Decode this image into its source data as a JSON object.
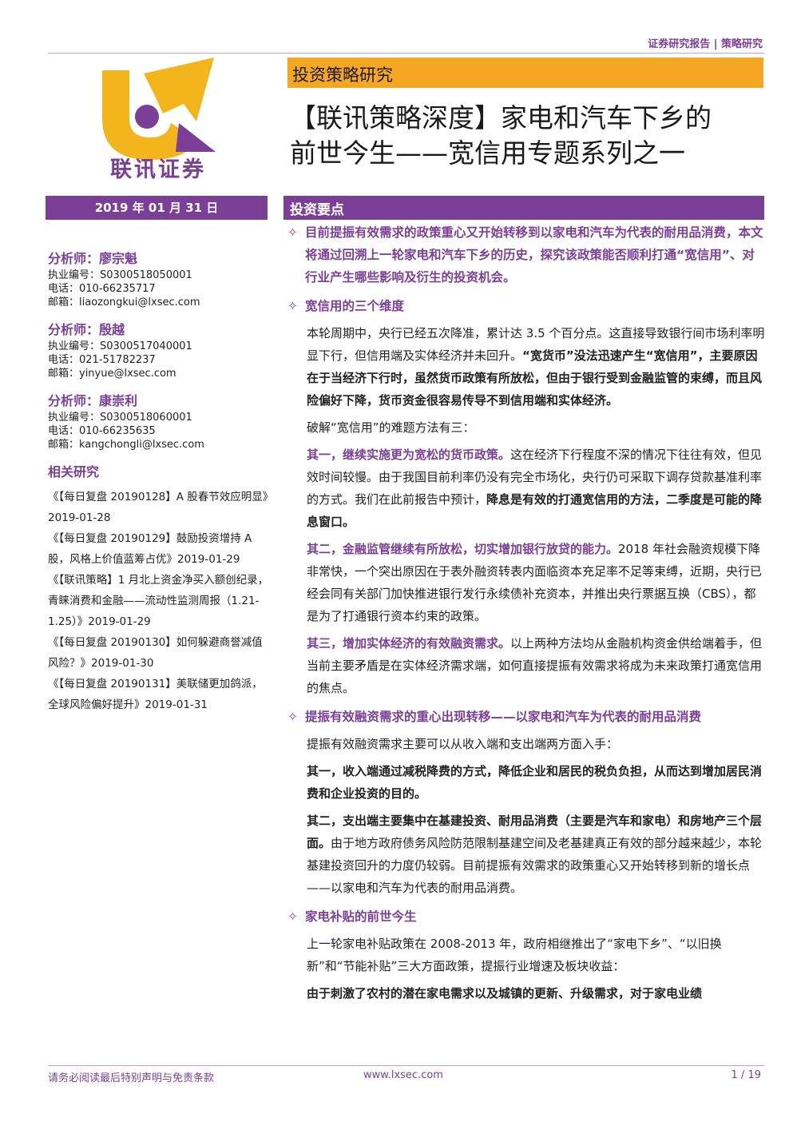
{
  "header": {
    "category": "证券研究报告 | 策略研究"
  },
  "logo": {
    "text": "联讯证券"
  },
  "banner": {
    "label": "投资策略研究"
  },
  "title": {
    "line1": "【联讯策略深度】家电和汽车下乡的",
    "line2": "前世今生——宽信用专题系列之一"
  },
  "date": "2019 年 01 月 31 日",
  "analysts": [
    {
      "name": "分析师：廖宗魁",
      "license": "执业编号：S0300518050001",
      "phone": "电话：010-66235717",
      "email": "邮箱：liaozongkui@lxsec.com"
    },
    {
      "name": "分析师：殷越",
      "license": "执业编号：S0300517040001",
      "phone": "电话：021-51782237",
      "email": "邮箱：yinyue@lxsec.com"
    },
    {
      "name": "分析师：康崇利",
      "license": "执业编号：S0300518060001",
      "phone": "电话：010-66235635",
      "email": "邮箱：kangchongli@lxsec.com"
    }
  ],
  "related": {
    "title": "相关研究",
    "items": [
      "《【每日复盘 20190128】A 股春节效应明显》2019-01-28",
      "《【每日复盘 20190129】鼓励投资增持 A 股，风格上价值蓝筹占优》2019-01-29",
      "《【联讯策略】1 月北上资金净买入额创纪录，青睐消费和金融——流动性监测周报（1.21-1.25）》2019-01-29",
      "《【每日复盘 20190130】如何躲避商誉减值风险？》2019-01-30",
      "《【每日复盘 20190131】美联储更加鸽派，全球风险偏好提升》2019-01-31"
    ]
  },
  "key_points": {
    "title": "投资要点",
    "bullet_symbol": "✧",
    "intro": "目前提振有效需求的政策重心又开始转移到以家电和汽车为代表的耐用品消费，本文将通过回溯上一轮家电和汽车下乡的历史，探究该政策能否顺利打通“宽信用”、对行业产生哪些影响及衍生的投资机会。",
    "s1": {
      "head": "宽信用的三个维度",
      "p1_a": "本轮周期中，央行已经五次降准，累计达 3.5 个百分点。这直接导致银行间市场利率明显下行，但信用端及实体经济并未回升。",
      "p1_b": "“宽货币”没法迅速产生“宽信用”，主要原因在于当经济下行时，虽然货币政策有所放松，但由于银行受到金融监管的束缚，而且风险偏好下降，货币资金很容易传导不到信用端和实体经济。",
      "p2": "破解“宽信用”的难题方法有三：",
      "p3_a": "其一，继续实施更为宽松的货币政策。",
      "p3_b": "这在经济下行程度不深的情况下往往有效，但见效时间较慢。由于我国目前利率仍没有完全市场化，央行仍可采取下调存贷款基准利率的方式。我们在此前报告中预计，",
      "p3_c": "降息是有效的打通宽信用的方法，二季度是可能的降息窗口。",
      "p4_a": "其二，金融监管继续有所放松，切实增加银行放贷的能力。",
      "p4_b": "2018 年社会融资规模下降非常快，一个突出原因在于表外融资转表内面临资本充足率不足等束缚，近期，央行已经会同有关部门加快推进银行发行永续债补充资本，并推出央行票据互换（CBS），都是为了打通银行资本约束的政策。",
      "p5_a": "其三，增加实体经济的有效融资需求。",
      "p5_b": "以上两种方法均从金融机构资金供给端着手，但当前主要矛盾是在实体经济需求端，如何直接提振有效需求将成为未来政策打通宽信用的焦点。"
    },
    "s2": {
      "head": "提振有效融资需求的重心出现转移——以家电和汽车为代表的耐用品消费",
      "p1": "提振有效融资需求主要可以从收入端和支出端两方面入手：",
      "p2": "其一，收入端通过减税降费的方式，降低企业和居民的税负负担，从而达到增加居民消费和企业投资的目的。",
      "p3_a": "其二，支出端主要集中在基建投资、耐用品消费（主要是汽车和家电）和房地产三个层面。",
      "p3_b": "由于地方政府债务风险防范限制基建空间及老基建真正有效的部分越来越少，本轮基建投资回升的力度仍较弱。目前提振有效需求的政策重心又开始转移到新的增长点——以家电和汽车为代表的耐用品消费。"
    },
    "s3": {
      "head": "家电补贴的前世今生",
      "p1": "上一轮家电补贴政策在 2008-2013 年，政府相继推出了“家电下乡”、“以旧换新”和“节能补贴”三大方面政策，提振行业增速及板块收益：",
      "p2": "由于刺激了农村的潜在家电需求以及城镇的更新、升级需求，对于家电业绩"
    }
  },
  "footer": {
    "disclaimer": "请务必阅读最后特别声明与免责条款",
    "website": "www.lxsec.com",
    "page": "1 / 19"
  },
  "colors": {
    "brand_purple": "#7b3f98",
    "banner_orange": "#f5a623",
    "logo_gold": "#f2b51b"
  }
}
